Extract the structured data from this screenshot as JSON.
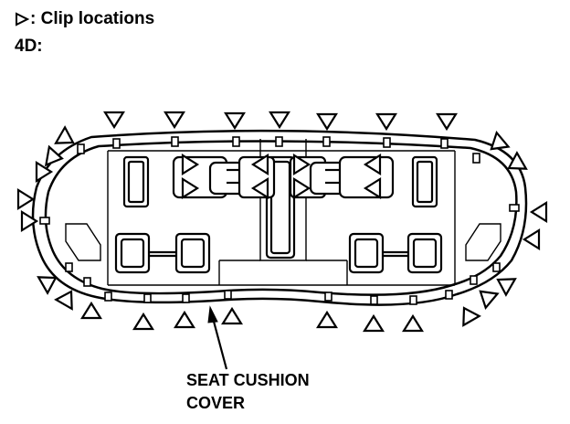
{
  "legend": {
    "symbol": "open-triangle-marker-icon",
    "text": ": Clip locations"
  },
  "model_label": "4D:",
  "callout": {
    "line1": "SEAT CUSHION",
    "line2": "COVER"
  },
  "colors": {
    "ink": "#000000",
    "paper": "#ffffff"
  }
}
